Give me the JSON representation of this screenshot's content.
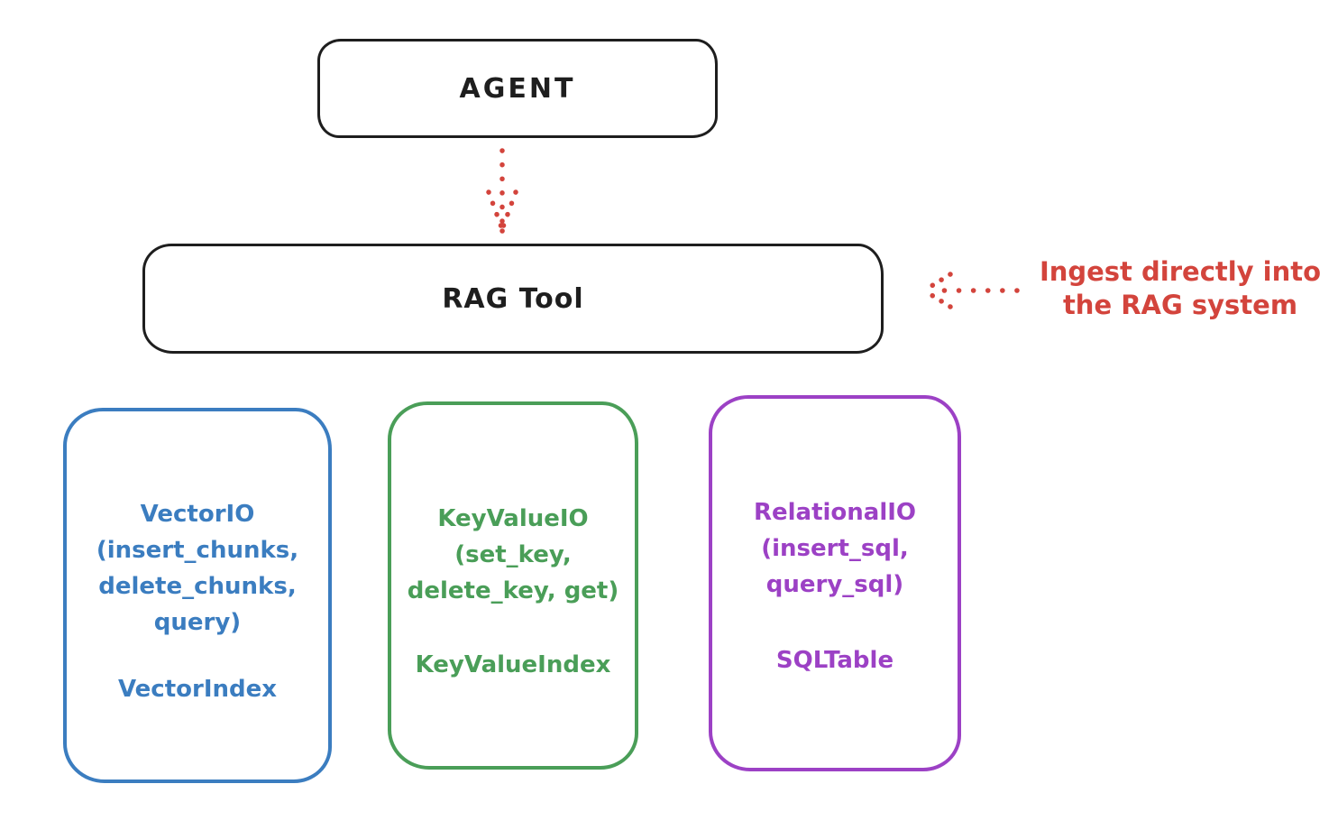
{
  "diagram": {
    "agent": {
      "label": "AGENT"
    },
    "rag_tool": {
      "label": "RAG Tool"
    },
    "ingest_note": {
      "line1": "Ingest directly into",
      "line2": "the RAG system"
    },
    "backends": [
      {
        "lines": [
          "VectorIO",
          "(insert_chunks,",
          "delete_chunks,",
          "query)"
        ],
        "index": "VectorIndex",
        "accent": "#3b7dc0"
      },
      {
        "lines": [
          "KeyValueIO",
          "(set_key,",
          "delete_key, get)"
        ],
        "index": "KeyValueIndex",
        "accent": "#4a9e58"
      },
      {
        "lines": [
          "RelationalIO",
          "(insert_sql,",
          "query_sql)"
        ],
        "index": "SQLTable",
        "accent": "#9c41c5"
      }
    ],
    "colors": {
      "stroke": "#1e1e1e",
      "arrow": "#d3443c",
      "background": "#ffffff"
    }
  }
}
